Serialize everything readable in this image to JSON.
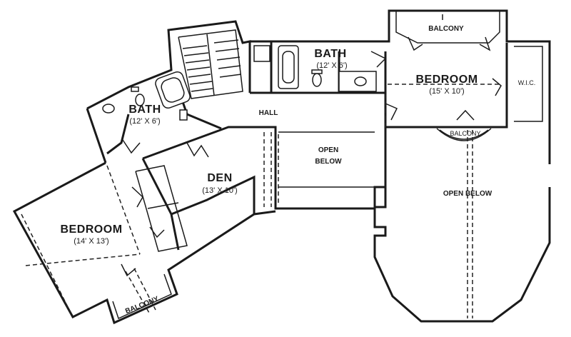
{
  "rooms": {
    "bath_left": {
      "name": "BATH",
      "size": "(12' X 6')"
    },
    "bath_top": {
      "name": "BATH",
      "size": "(12' X 6')"
    },
    "bedroom_right": {
      "name": "BEDROOM",
      "size": "(15' X 10')"
    },
    "bedroom_left": {
      "name": "BEDROOM",
      "size": "(14' X 13')"
    },
    "den": {
      "name": "DEN",
      "size": "(13' X 10')"
    },
    "wic": {
      "name": "W.I.C."
    }
  },
  "labels": {
    "hall": "HALL",
    "open_below_small_1": "OPEN",
    "open_below_small_2": "BELOW",
    "open_below_large": "OPEN BELOW",
    "balcony_top": "BALCONY",
    "balcony_mid": "BALCONY",
    "balcony_bottom": "BALCONY"
  }
}
